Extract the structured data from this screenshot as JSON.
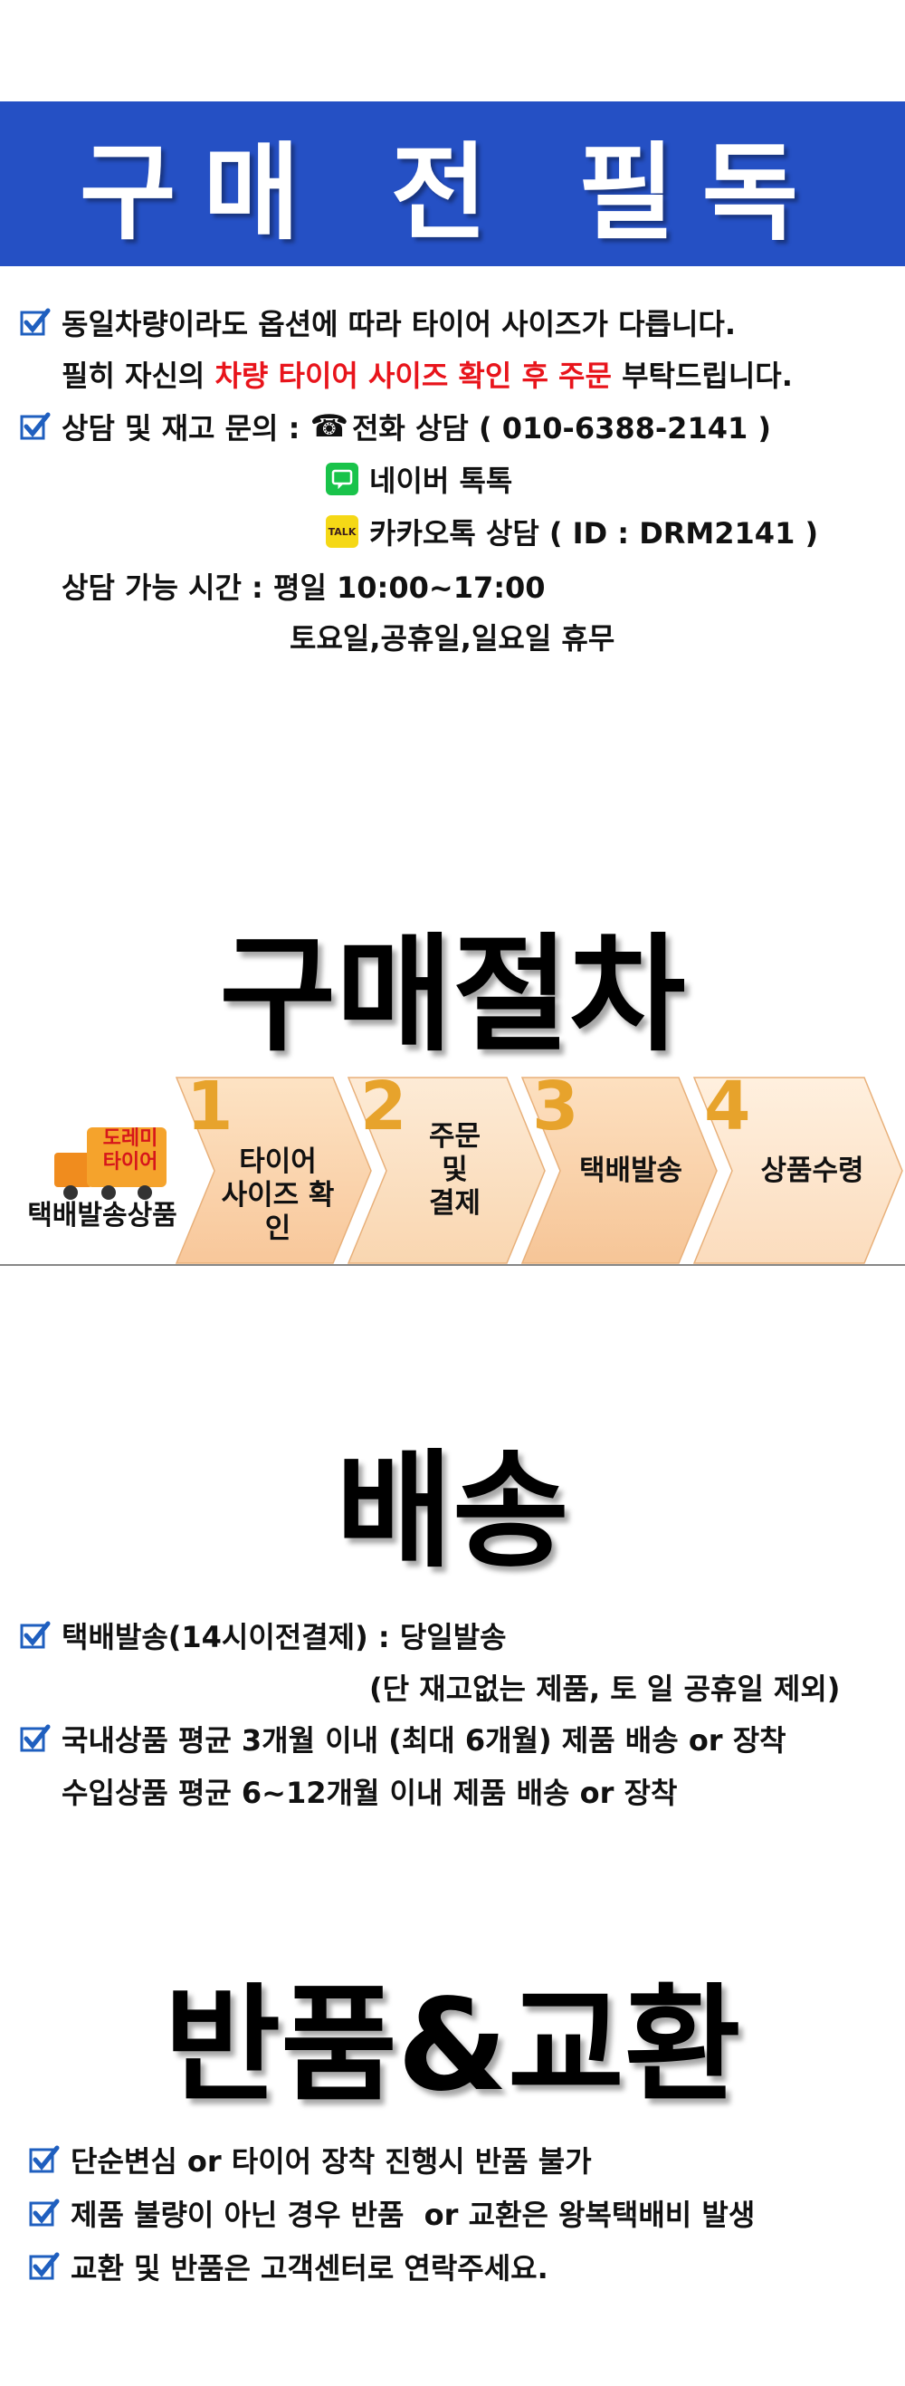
{
  "banner": {
    "title": "구매 전 필독",
    "bg_color": "#2550c4"
  },
  "notice": {
    "line1": "동일차량이라도 옵션에 따라 타이어 사이즈가 다릅니다.",
    "line2_pre": "필히 자신의 ",
    "line2_red": "차량 타이어 사이즈 확인 후 주문",
    "line2_post": " 부탁드립니다.",
    "contact_label": "상담 및 재고 문의 : ",
    "phone": "전화 상담 ( 010-6388-2141 )",
    "naver": "네이버 톡톡",
    "kakao": "카카오톡 상담 ( ID : DRM2141 )",
    "kakao_icon_text": "TALK",
    "hours_label": "상담 가능 시간 : 평일 10:00~17:00",
    "hours_off": "토요일,공휴일,일요일 휴무"
  },
  "purchase": {
    "title": "구매절차",
    "logo_top": "도레미",
    "logo_mid": "타이어",
    "logo_label": "택배발송상품",
    "steps": [
      {
        "num": "1",
        "label": "타이어\n사이즈 확인"
      },
      {
        "num": "2",
        "label": "주문\n및\n결제"
      },
      {
        "num": "3",
        "label": "택배발송"
      },
      {
        "num": "4",
        "label": "상품수령"
      }
    ]
  },
  "delivery": {
    "title": "배송",
    "line1": "택배발송(14시이전결제) : 당일발송",
    "line1_note": "(단 재고없는 제품, 토 일 공휴일 제외)",
    "line2": "국내상품 평균 3개월 이내 (최대 6개월) 제품 배송 or 장착",
    "line3": "수입상품 평균 6~12개월 이내 제품 배송 or 장착"
  },
  "returns": {
    "title": "반품&교환",
    "line1": "단순변심 or 타이어 장착 진행시 반품 불가",
    "line2": "제품 불량이 아닌 경우 반품  or 교환은 왕복택배비 발생",
    "line3": "교환 및 반품은 고객센터로 연락주세요."
  },
  "colors": {
    "accent_red": "#e8141b",
    "step_number": "#e7a32c",
    "check_blue": "#1f5fbf"
  }
}
